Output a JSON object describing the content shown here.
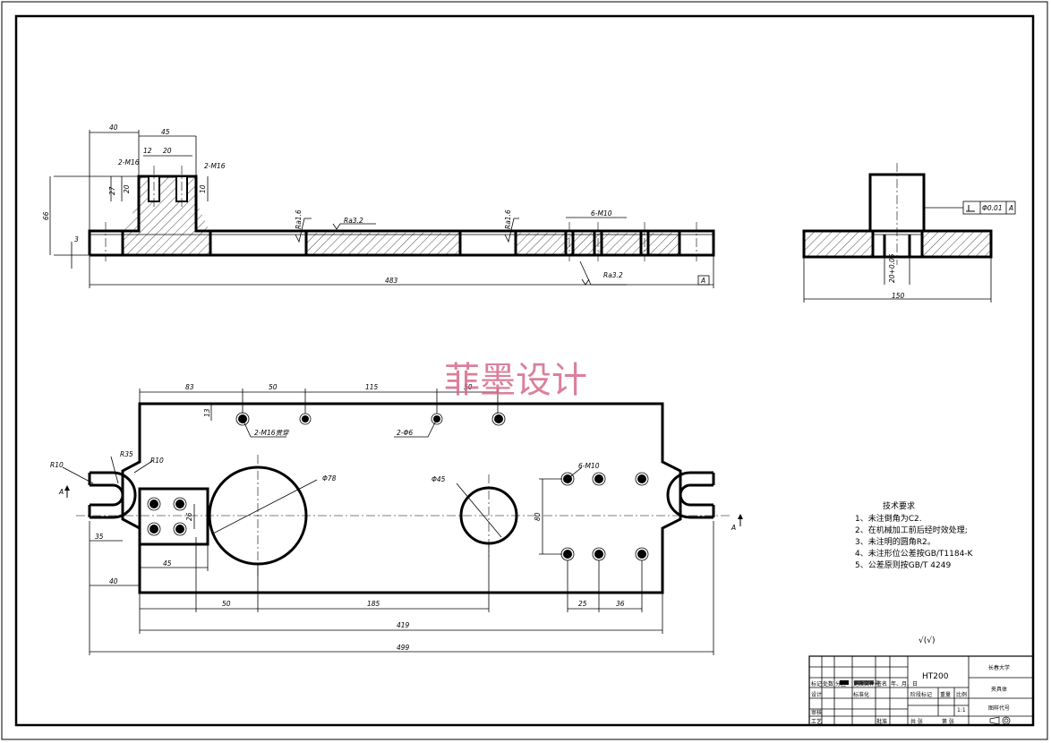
{
  "watermark": "菲墨设计",
  "front_view": {
    "dims": {
      "d40": "40",
      "d45": "45",
      "d12": "12",
      "d20": "20",
      "m16_top": "2-M16",
      "m16_h7": "2-M16",
      "d27": "27",
      "d20b": "20",
      "d10": "10",
      "d66": "66",
      "d3": "3",
      "d483": "483",
      "ra32a": "Ra3.2",
      "ra32b": "Ra3.2",
      "ra16a": "Ra1.6",
      "ra16b": "Ra1.6",
      "holes6": "6-M10",
      "datum": "A"
    }
  },
  "side_view": {
    "dims": {
      "d150": "150",
      "d20fit": "20+0.05",
      "tol_value": "0.01",
      "tol_datum": "A"
    }
  },
  "top_view": {
    "dims": {
      "d83": "83",
      "d50": "50",
      "d115": "115",
      "d50b": "50",
      "d13": "13",
      "m16": "2-M16贯穿",
      "m6": "2-Φ6",
      "r10": "R10",
      "r35": "R35",
      "r10b": "R10",
      "phi78": "Φ78",
      "phi45": "Φ45",
      "holes6": "6-M10",
      "d80": "80",
      "d26": "26",
      "d45": "45",
      "d40": "40",
      "d35": "35",
      "b50": "50",
      "b185": "185",
      "b25": "25",
      "b36": "36",
      "d419": "419",
      "d499": "499",
      "secA1": "A",
      "secA2": "A"
    }
  },
  "tech": {
    "title": "技术要求",
    "items": [
      "1、未注倒角为C2.",
      "2、在机械加工前后经时效处理;",
      "3、未注明的圆角R2。",
      "4、未注形位公差按GB/T1184-K",
      "5、公差原则按GB/T 4249"
    ]
  },
  "roughness_note": "√(√)",
  "title_block": {
    "material": "HT200",
    "school": "长春大学",
    "part_name": "夹具体",
    "drawing_no": "图样代号",
    "scale": "1:1",
    "labels": [
      "标记",
      "处数",
      "分区",
      "更改文件号",
      "签名",
      "年、月、日",
      "设计",
      "审核",
      "工艺",
      "批准",
      "标准化",
      "阶段标记",
      "重量",
      "比例",
      "共 张",
      "第 张"
    ]
  }
}
